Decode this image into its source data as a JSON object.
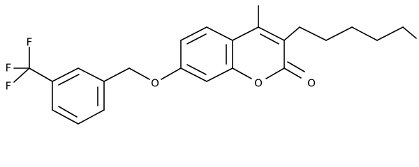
{
  "atoms": {
    "fluorine_top": "F",
    "fluorine_left_upper": "F",
    "fluorine_left_lower": "F",
    "ether_oxygen": "O",
    "ring_oxygen": "O",
    "carbonyl_oxygen": "O"
  },
  "colors": {
    "bond": "#000000",
    "label": "#000000",
    "background": "#ffffff"
  }
}
